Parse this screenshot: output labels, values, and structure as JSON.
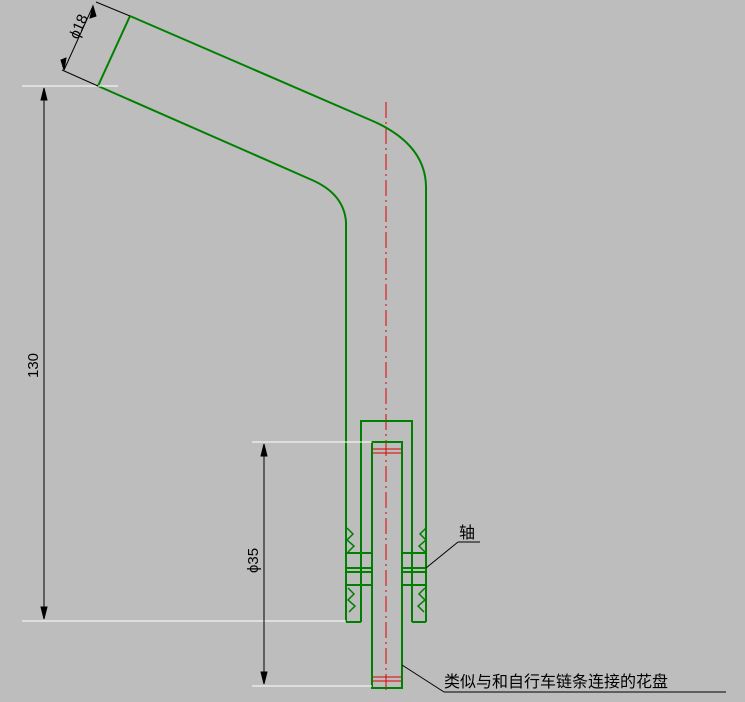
{
  "colors": {
    "background": "#bdbdbd",
    "outline": "#008000",
    "centerline": "#e00000",
    "dimension": "#000000",
    "extension": "#ffffff"
  },
  "dimensions": {
    "d18": "ϕ18",
    "h130": "130",
    "d35": "ϕ35"
  },
  "labels": {
    "shaft": "轴",
    "chainring": "类似与和自行车链条连接的花盘"
  }
}
